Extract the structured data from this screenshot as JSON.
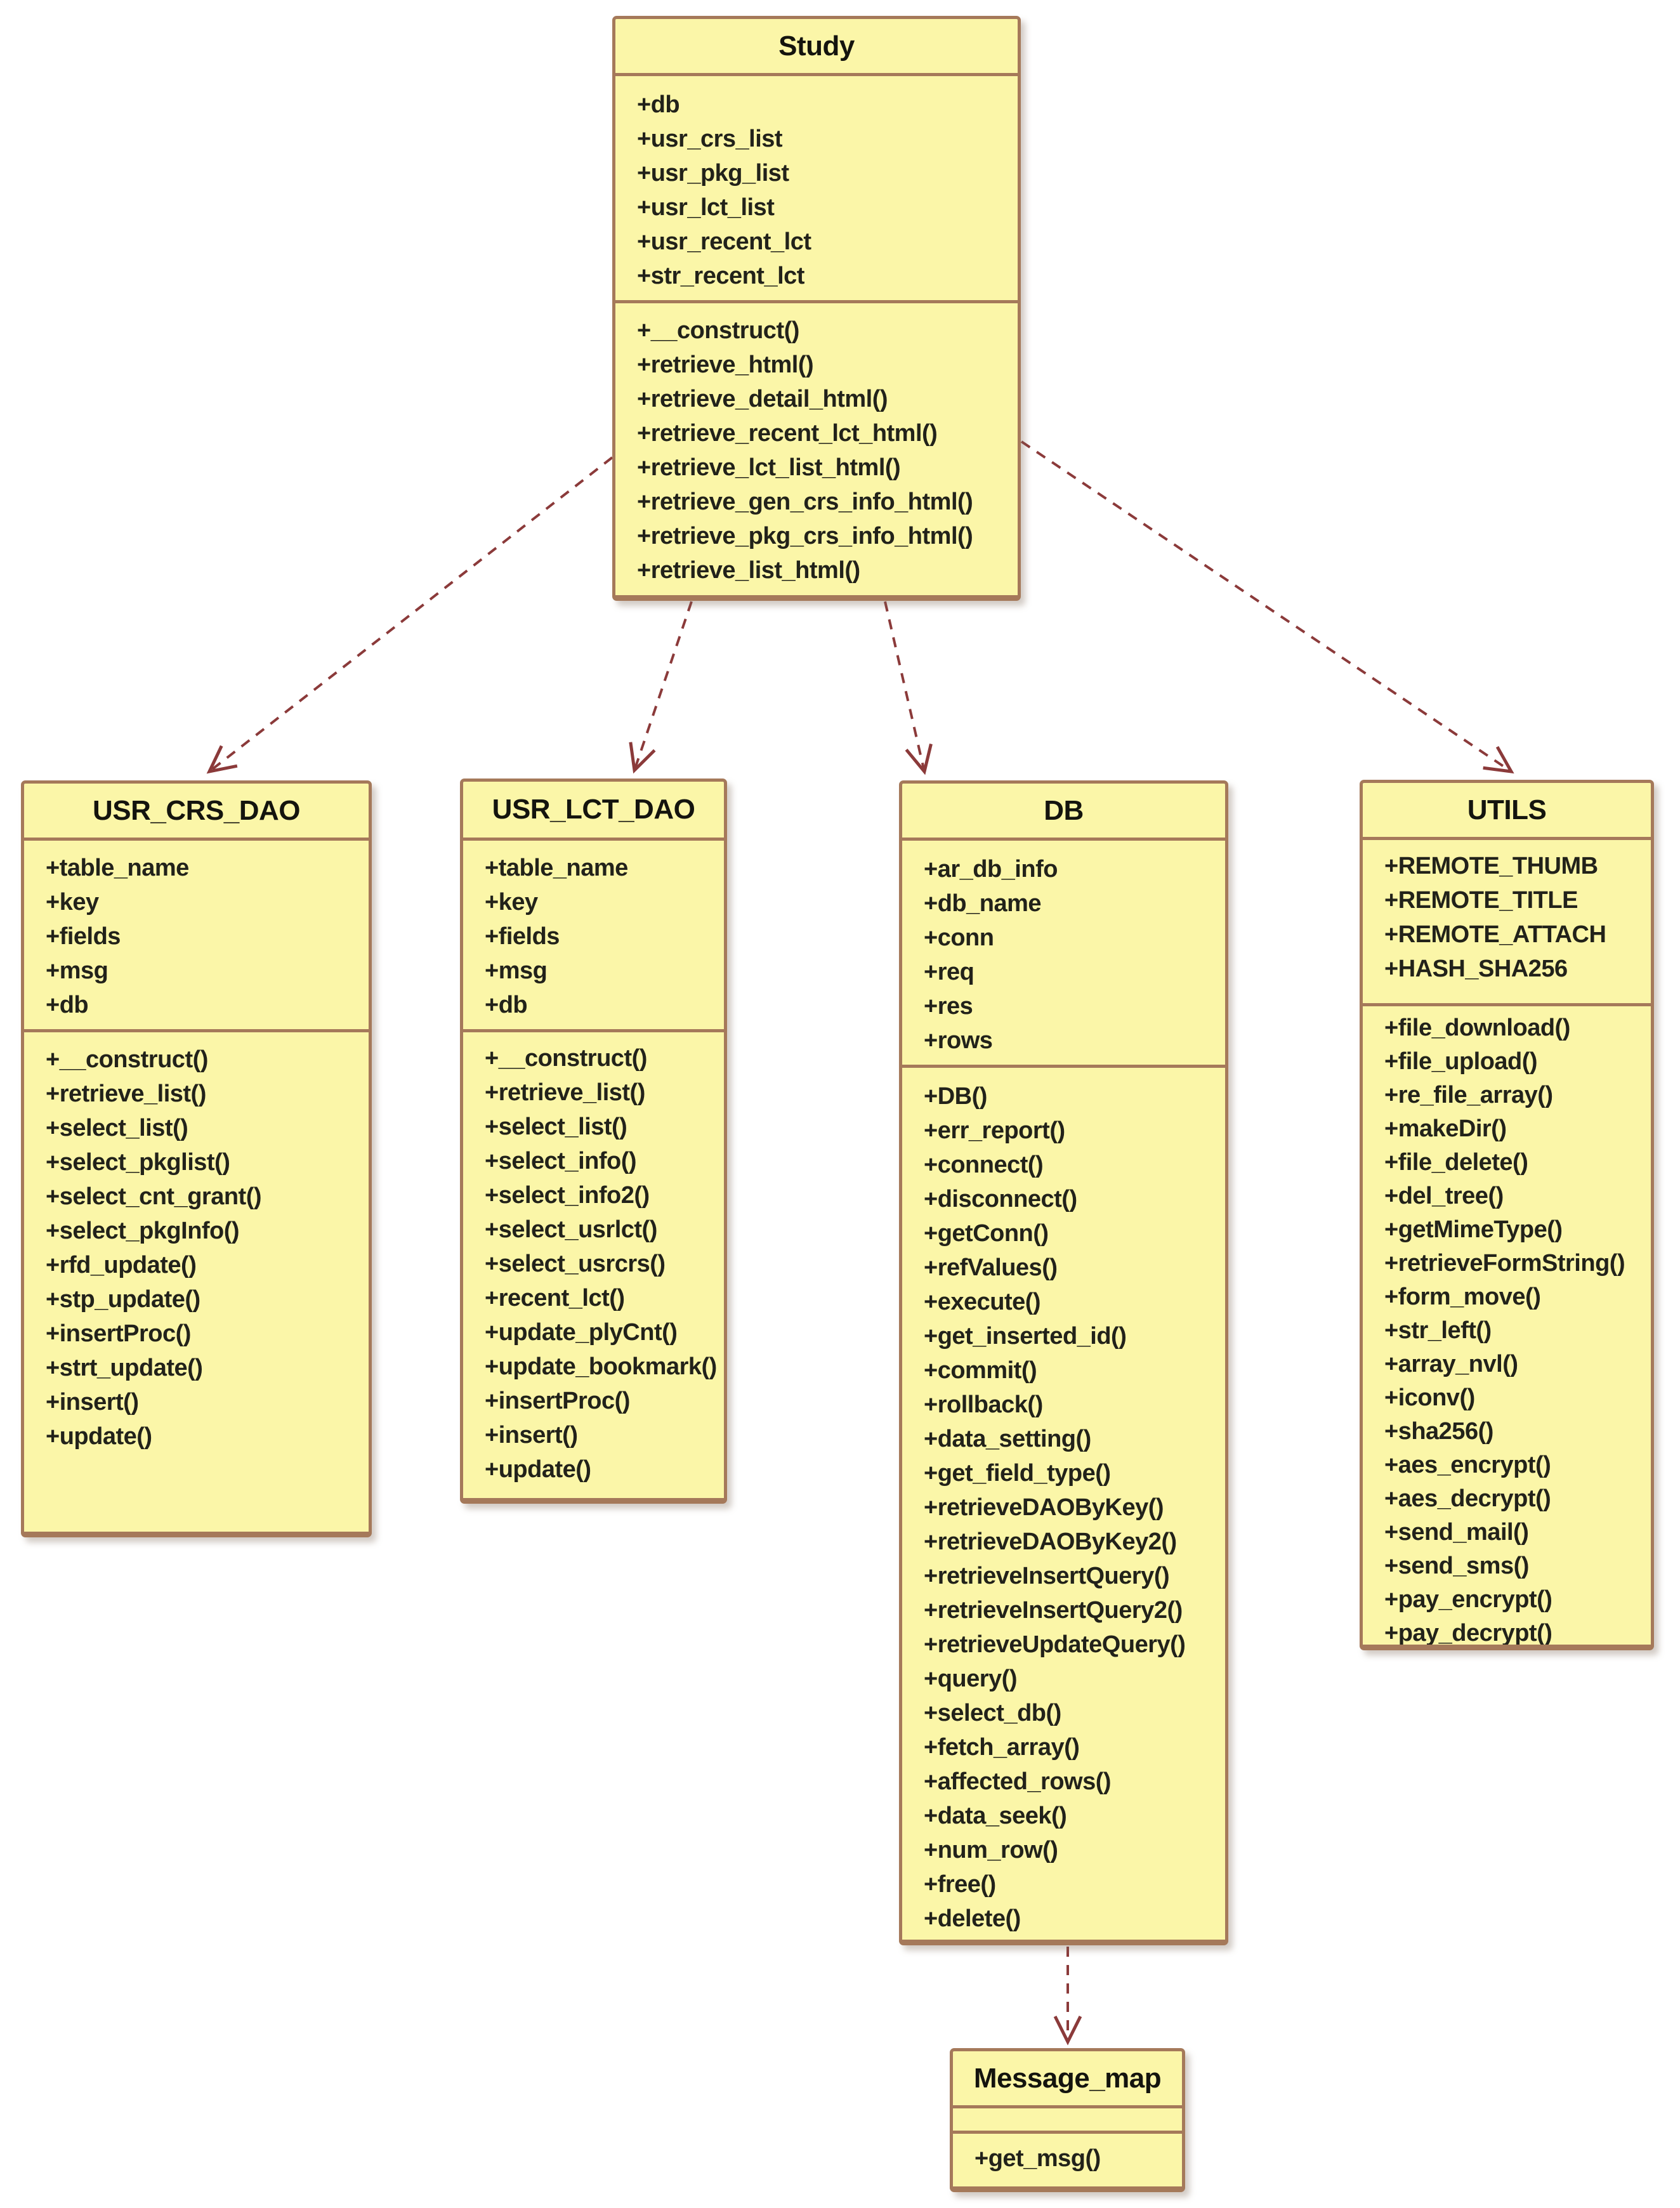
{
  "diagram": {
    "kind": "uml-class-diagram",
    "colors": {
      "class_fill": "#FBF6A8",
      "class_border": "#A5795A",
      "relation_line": "#8B3A3A",
      "text": "#22221A",
      "background": "#FFFFFF"
    },
    "classes": {
      "study": {
        "name": "Study",
        "attributes": [
          "+db",
          "+usr_crs_list",
          "+usr_pkg_list",
          "+usr_lct_list",
          "+usr_recent_lct",
          "+str_recent_lct"
        ],
        "methods": [
          "+__construct()",
          "+retrieve_html()",
          "+retrieve_detail_html()",
          "+retrieve_recent_lct_html()",
          "+retrieve_lct_list_html()",
          "+retrieve_gen_crs_info_html()",
          "+retrieve_pkg_crs_info_html()",
          "+retrieve_list_html()"
        ]
      },
      "usr_crs_dao": {
        "name": "USR_CRS_DAO",
        "attributes": [
          "+table_name",
          "+key",
          "+fields",
          "+msg",
          "+db"
        ],
        "methods": [
          "+__construct()",
          "+retrieve_list()",
          "+select_list()",
          "+select_pkglist()",
          "+select_cnt_grant()",
          "+select_pkgInfo()",
          "+rfd_update()",
          "+stp_update()",
          "+insertProc()",
          "+strt_update()",
          "+insert()",
          "+update()"
        ]
      },
      "usr_lct_dao": {
        "name": "USR_LCT_DAO",
        "attributes": [
          "+table_name",
          "+key",
          "+fields",
          "+msg",
          "+db"
        ],
        "methods": [
          "+__construct()",
          "+retrieve_list()",
          "+select_list()",
          "+select_info()",
          "+select_info2()",
          "+select_usrlct()",
          "+select_usrcrs()",
          "+recent_lct()",
          "+update_plyCnt()",
          "+update_bookmark()",
          "+insertProc()",
          "+insert()",
          "+update()"
        ]
      },
      "db": {
        "name": "DB",
        "attributes": [
          "+ar_db_info",
          "+db_name",
          "+conn",
          "+req",
          "+res",
          "+rows"
        ],
        "methods": [
          "+DB()",
          "+err_report()",
          "+connect()",
          "+disconnect()",
          "+getConn()",
          "+refValues()",
          "+execute()",
          "+get_inserted_id()",
          "+commit()",
          "+rollback()",
          "+data_setting()",
          "+get_field_type()",
          "+retrieveDAOByKey()",
          "+retrieveDAOByKey2()",
          "+retrieveInsertQuery()",
          "+retrieveInsertQuery2()",
          "+retrieveUpdateQuery()",
          "+query()",
          "+select_db()",
          "+fetch_array()",
          "+affected_rows()",
          "+data_seek()",
          "+num_row()",
          "+free()",
          "+delete()"
        ]
      },
      "utils": {
        "name": "UTILS",
        "attributes": [
          "+REMOTE_THUMB",
          "+REMOTE_TITLE",
          "+REMOTE_ATTACH",
          "+HASH_SHA256"
        ],
        "methods": [
          "+file_download()",
          "+file_upload()",
          "+re_file_array()",
          "+makeDir()",
          "+file_delete()",
          "+del_tree()",
          "+getMimeType()",
          "+retrieveFormString()",
          "+form_move()",
          "+str_left()",
          "+array_nvl()",
          "+iconv()",
          "+sha256()",
          "+aes_encrypt()",
          "+aes_decrypt()",
          "+send_mail()",
          "+send_sms()",
          "+pay_encrypt()",
          "+pay_decrypt()"
        ]
      },
      "message_map": {
        "name": "Message_map",
        "attributes": [],
        "methods": [
          "+get_msg()"
        ]
      }
    },
    "relations": [
      {
        "from": "Study",
        "to": "USR_CRS_DAO",
        "type": "dependency",
        "style": "dashed-open-arrow"
      },
      {
        "from": "Study",
        "to": "USR_LCT_DAO",
        "type": "dependency",
        "style": "dashed-open-arrow"
      },
      {
        "from": "Study",
        "to": "DB",
        "type": "dependency",
        "style": "dashed-open-arrow"
      },
      {
        "from": "Study",
        "to": "UTILS",
        "type": "dependency",
        "style": "dashed-open-arrow"
      },
      {
        "from": "DB",
        "to": "Message_map",
        "type": "dependency",
        "style": "dashed-open-arrow"
      }
    ]
  }
}
